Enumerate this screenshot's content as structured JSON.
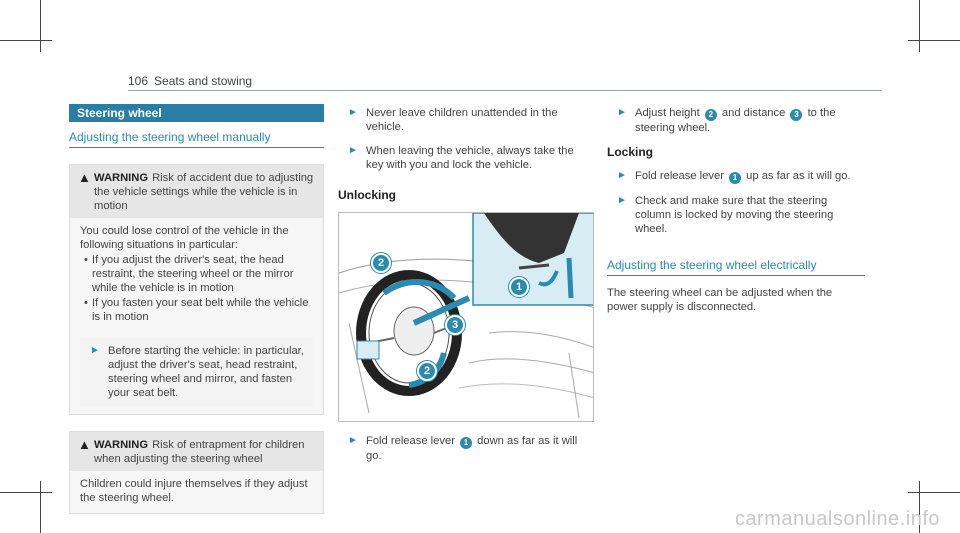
{
  "header": {
    "page_number": "106",
    "section": "Seats and stowing"
  },
  "col1": {
    "section_bar": "Steering wheel",
    "subhead": "Adjusting the steering wheel manually",
    "warning1": {
      "word": "WARNING",
      "title": "Risk of accident due to adjusting the vehicle settings while the vehicle is in motion",
      "body": "You could lose control of the vehicle in the following situations in particular:",
      "bullets": [
        "If you adjust the driver's seat, the head restraint, the steering wheel or the mirror while the vehicle is in motion",
        "If you fasten your seat belt while the vehicle is in motion"
      ],
      "action": "Before starting the vehicle: in particular, adjust the driver's seat, head restraint, steering wheel and mirror, and fasten your seat belt."
    },
    "warning2": {
      "word": "WARNING",
      "title": "Risk of entrapment for children when adjusting the steering wheel",
      "body": "Children could injure themselves if they adjust the steering wheel."
    }
  },
  "col2": {
    "action1": "Never leave children unattended in the vehicle.",
    "action2": "When leaving the vehicle, always take the key with you and lock the vehicle.",
    "heading_unlocking": "Unlocking",
    "figure_badges": [
      "1",
      "2",
      "3",
      "2"
    ],
    "action3_pre": "Fold release lever",
    "action3_badge": "1",
    "action3_post": "down as far as it will go."
  },
  "col3": {
    "action1_pre": "Adjust height",
    "action1_badge_a": "2",
    "action1_mid": "and distance",
    "action1_badge_b": "3",
    "action1_post": "to the steering wheel.",
    "heading_locking": "Locking",
    "action2_pre": "Fold release lever",
    "action2_badge": "1",
    "action2_post": "up as far as it will go.",
    "action3": "Check and make sure that the steering column is locked by moving the steering wheel.",
    "subhead": "Adjusting the steering wheel electrically",
    "body": "The steering wheel can be adjusted when the power supply is disconnected."
  },
  "watermark": "carmanualsonline.info",
  "colors": {
    "accent": "#2a8ab0",
    "section_bar": "#2a7ea6"
  },
  "icons": [
    "warning-triangle-icon",
    "action-triangle-icon"
  ]
}
